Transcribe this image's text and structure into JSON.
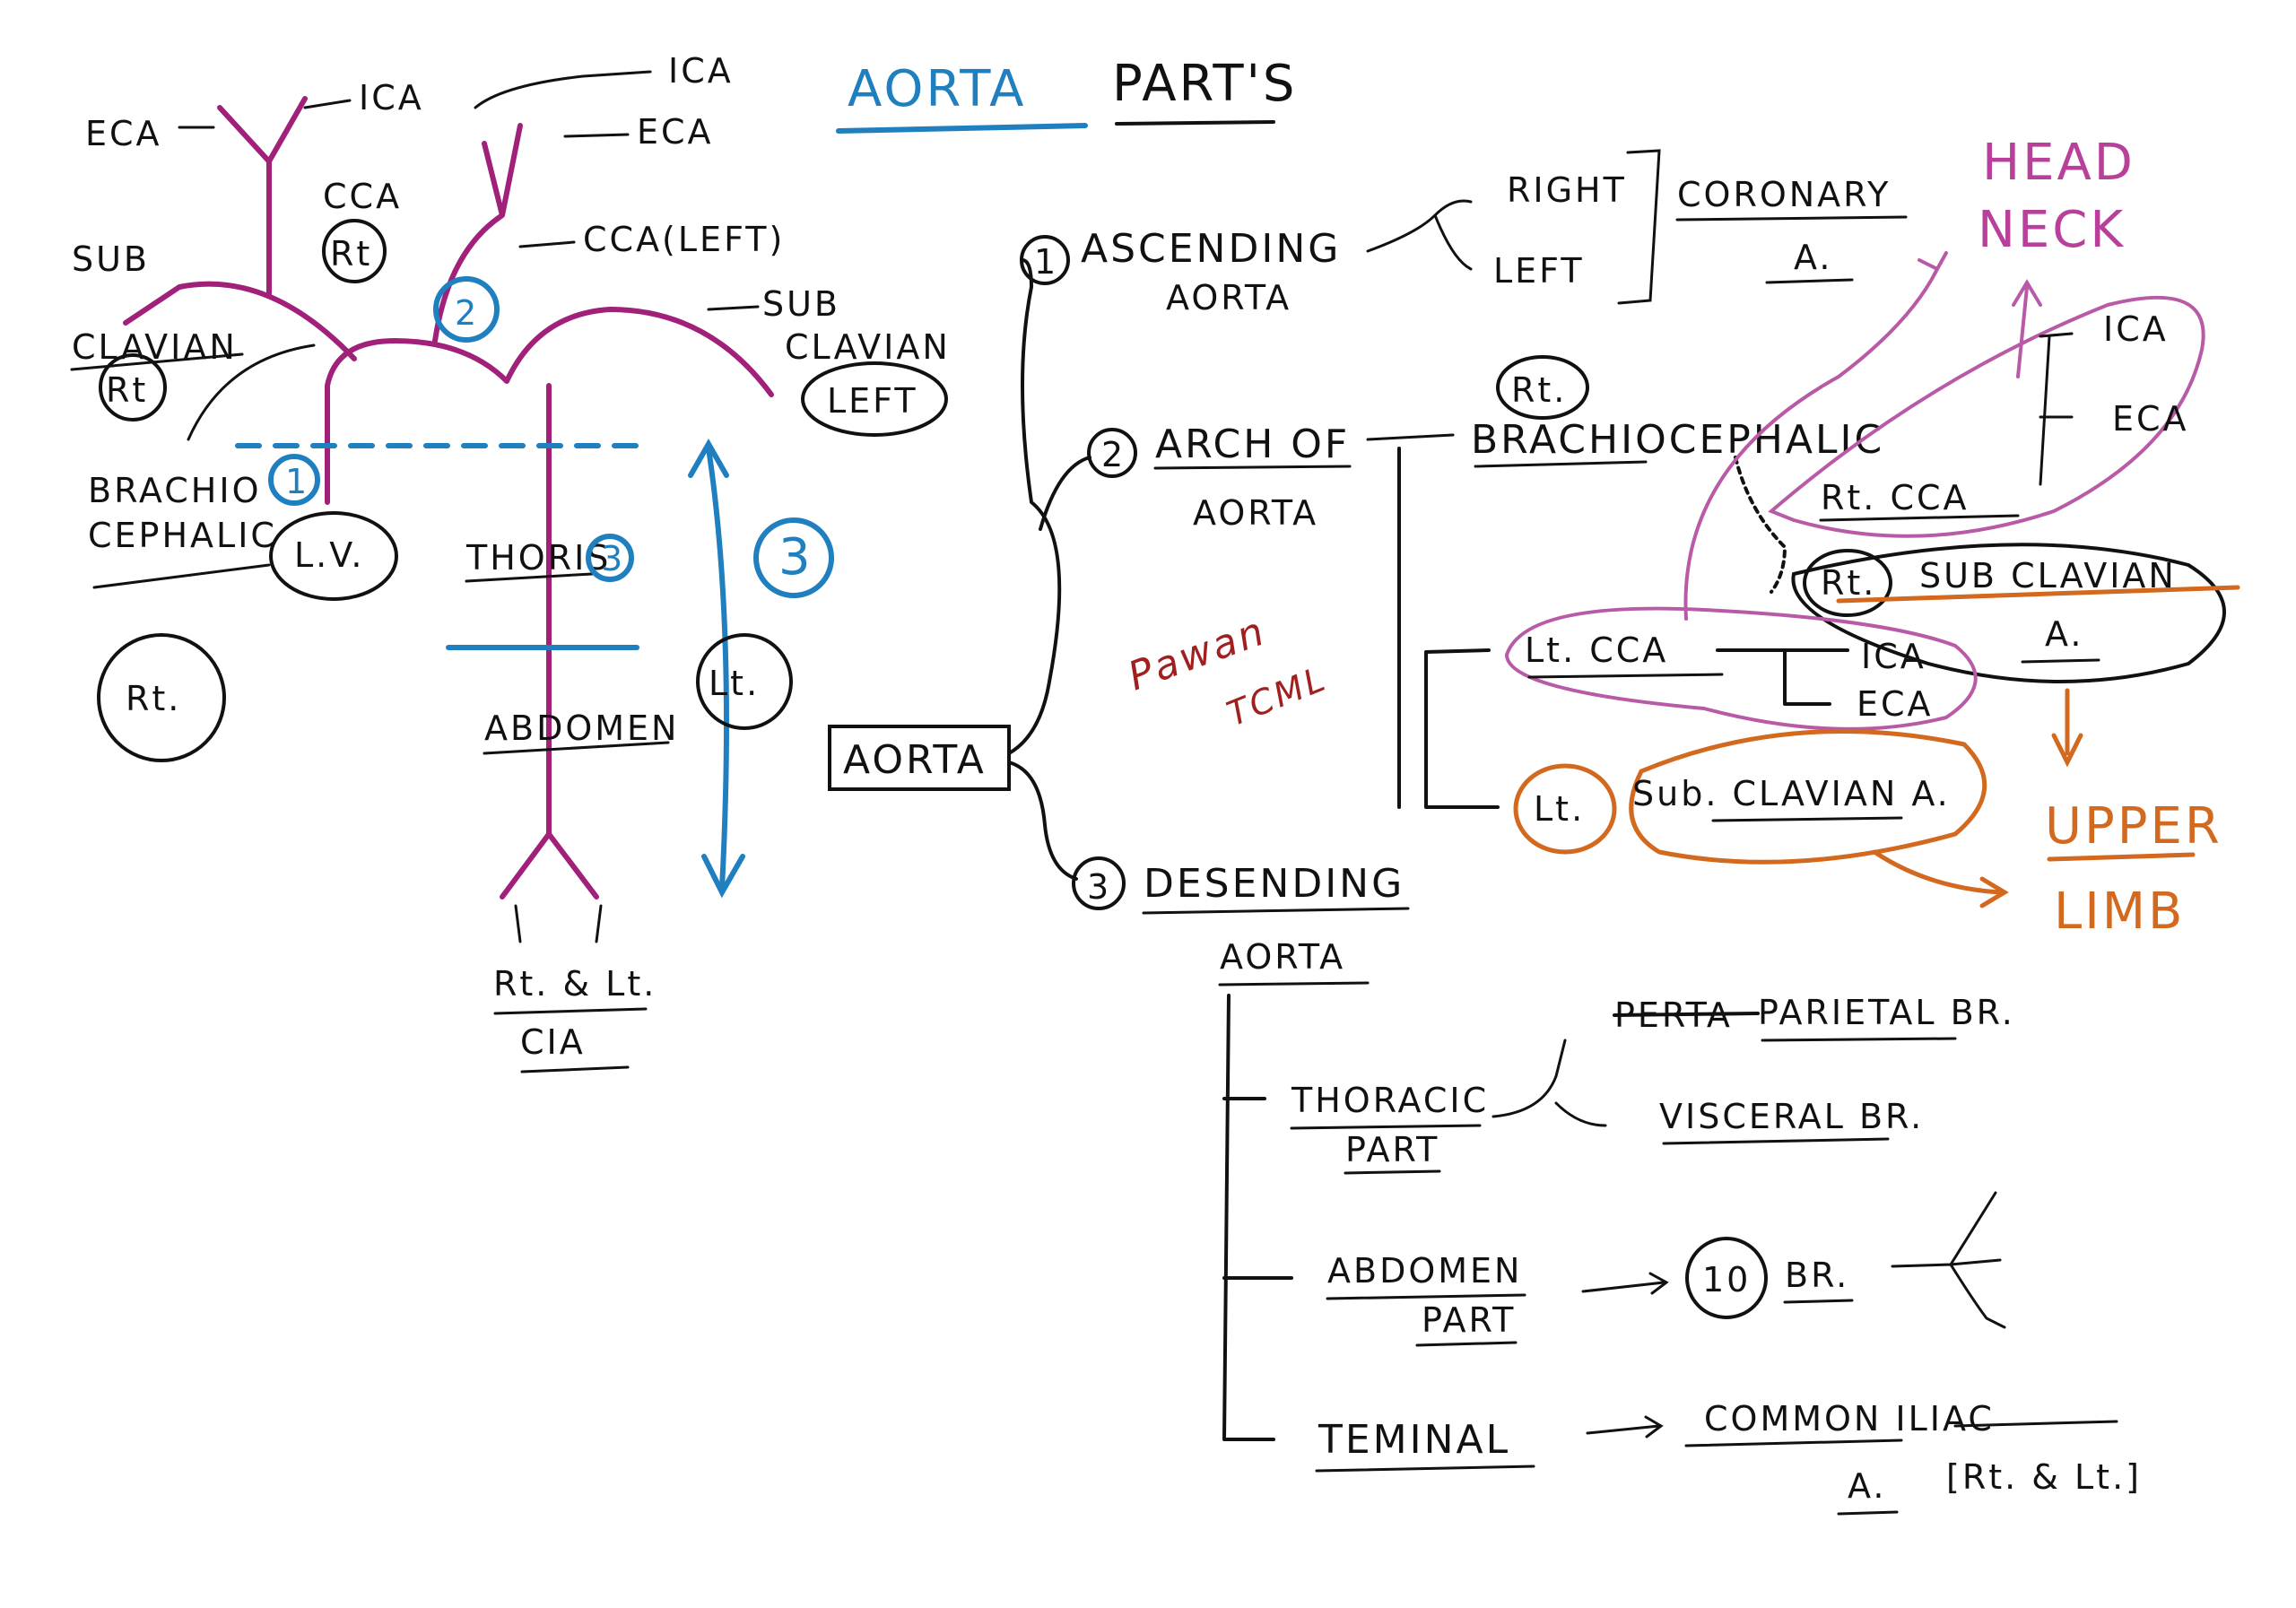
{
  "title": {
    "part1": "AORTA",
    "part2": "PART'S"
  },
  "colors": {
    "ink": "#111111",
    "purple": "#a0207a",
    "blue": "#1f7fbf",
    "orange": "#d2691e",
    "signature": "#a02020"
  },
  "left_diagram": {
    "eca_left": "ECA",
    "ica_left": "ICA",
    "cca": "CCA",
    "cca_rt": "Rt",
    "sub_clavian_left_1": "SUB",
    "sub_clavian_left_2": "CLAVIAN",
    "sub_rt": "Rt",
    "brachio_1": "BRACHIO",
    "brachio_2": "CEPHALIC",
    "num_1": "1",
    "num_2": "2",
    "num_3": "3",
    "lv": "L.V.",
    "thoris": "THORIS",
    "thoris_num": "3",
    "abdomen": "ABDOMEN",
    "rt_circle": "Rt.",
    "lt_circle": "Lt.",
    "ica_top": "ICA",
    "eca_top": "ECA",
    "cca_left": "CCA(LEFT)",
    "sub_r_1": "SUB",
    "sub_r_2": "CLAVIAN",
    "sub_r_left": "LEFT",
    "cia_1": "Rt. & Lt.",
    "cia_2": "CIA"
  },
  "tree": {
    "root": "AORTA",
    "n1": "1",
    "ascending_1": "ASCENDING",
    "ascending_2": "AORTA",
    "right": "RIGHT",
    "left": "LEFT",
    "coronary": "CORONARY",
    "coronary_a": "A.",
    "n2": "2",
    "arch_1": "ARCH OF",
    "arch_2": "AORTA",
    "brachio_rt": "Rt.",
    "brachiocephalic": "BRACHIOCEPHALIC",
    "ica": "ICA",
    "eca": "ECA",
    "rt_cca": "Rt. CCA",
    "rt": "Rt.",
    "sub_clavian": "SUB CLAVIAN",
    "sub_a": "A.",
    "lt_cca": "Lt. CCA",
    "ica2": "ICA",
    "eca2": "ECA",
    "lt": "Lt.",
    "sub_clavian_a": "Sub. CLAVIAN A.",
    "head": "HEAD",
    "neck": "NECK",
    "upper": "UPPER",
    "limb": "LIMB",
    "n3": "3",
    "desending_1": "DESENDING",
    "desending_2": "AORTA",
    "thoracic_1": "THORACIC",
    "thoracic_2": "PART",
    "parietal_struck": "PERTA",
    "parietal": "PARIETAL BR.",
    "visceral": "VISCERAL BR.",
    "abdomen_1": "ABDOMEN",
    "abdomen_2": "PART",
    "ten": "10",
    "br": "BR.",
    "teminal": "TEMINAL",
    "common_iliac": "COMMON ILIAC",
    "iliac_a": "A.",
    "iliac_sides": "[Rt. & Lt.]",
    "signature_1": "Pawan",
    "signature_2": "TCML"
  }
}
